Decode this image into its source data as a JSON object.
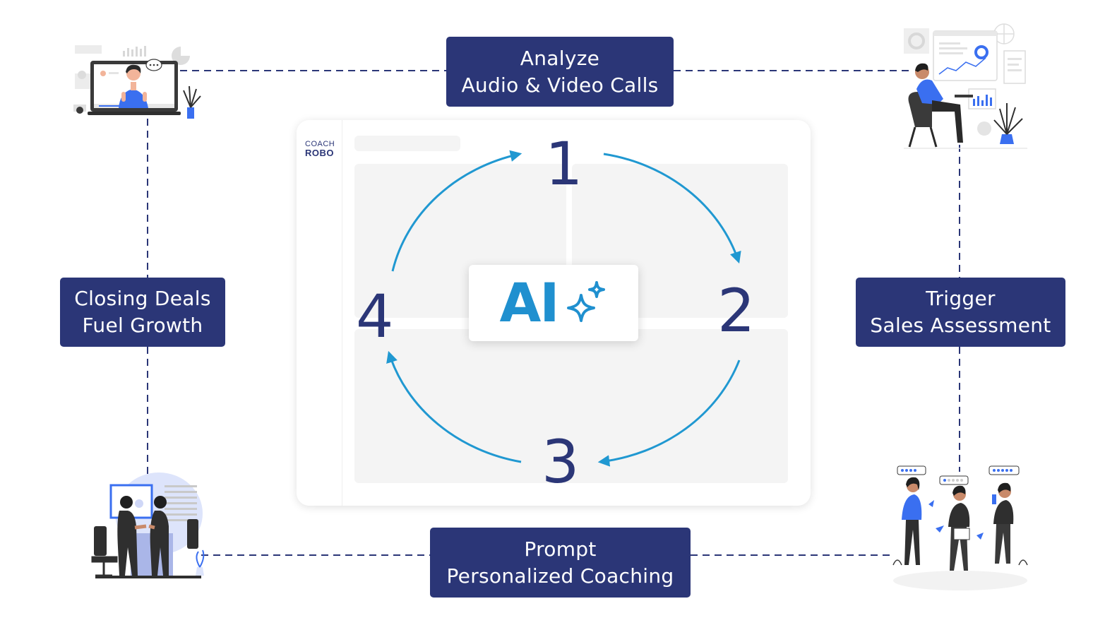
{
  "brand": {
    "line1": "COACH",
    "line2": "ROBO"
  },
  "center": {
    "label": "AI",
    "icon": "sparkle-icon",
    "color": "#2090cf"
  },
  "steps": [
    {
      "number": "1",
      "line1": "Analyze",
      "line2": "Audio & Video Calls"
    },
    {
      "number": "2",
      "line1": "Trigger",
      "line2": "Sales Assessment"
    },
    {
      "number": "3",
      "line1": "Prompt",
      "line2": "Personalized Coaching"
    },
    {
      "number": "4",
      "line1": "Closing Deals",
      "line2": "Fuel Growth"
    }
  ],
  "colors": {
    "box": "#2b3677",
    "arrow": "#2098d1",
    "accent": "#3a6ff0"
  },
  "illustrations": [
    "video-call-illustration",
    "analytics-dashboard-illustration",
    "team-feedback-illustration",
    "handshake-deal-illustration"
  ]
}
